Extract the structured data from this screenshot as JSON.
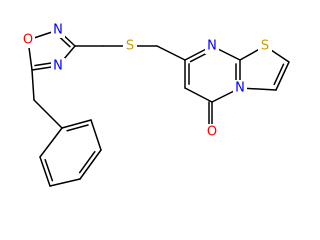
{
  "molecule": {
    "atoms": [
      {
        "id": "O_ox",
        "symbol": "O",
        "color": "#ff0000"
      },
      {
        "id": "N_ox_top",
        "symbol": "N",
        "color": "#0000ff"
      },
      {
        "id": "N_ox_bot",
        "symbol": "N",
        "color": "#0000ff"
      },
      {
        "id": "S_link",
        "symbol": "S",
        "color": "#c8a000"
      },
      {
        "id": "N_pyr",
        "symbol": "N",
        "color": "#0000ff"
      },
      {
        "id": "S_thz",
        "symbol": "S",
        "color": "#c8a000"
      },
      {
        "id": "N_bridge",
        "symbol": "N",
        "color": "#0000ff"
      },
      {
        "id": "O_keto",
        "symbol": "O",
        "color": "#ff0000"
      }
    ]
  }
}
